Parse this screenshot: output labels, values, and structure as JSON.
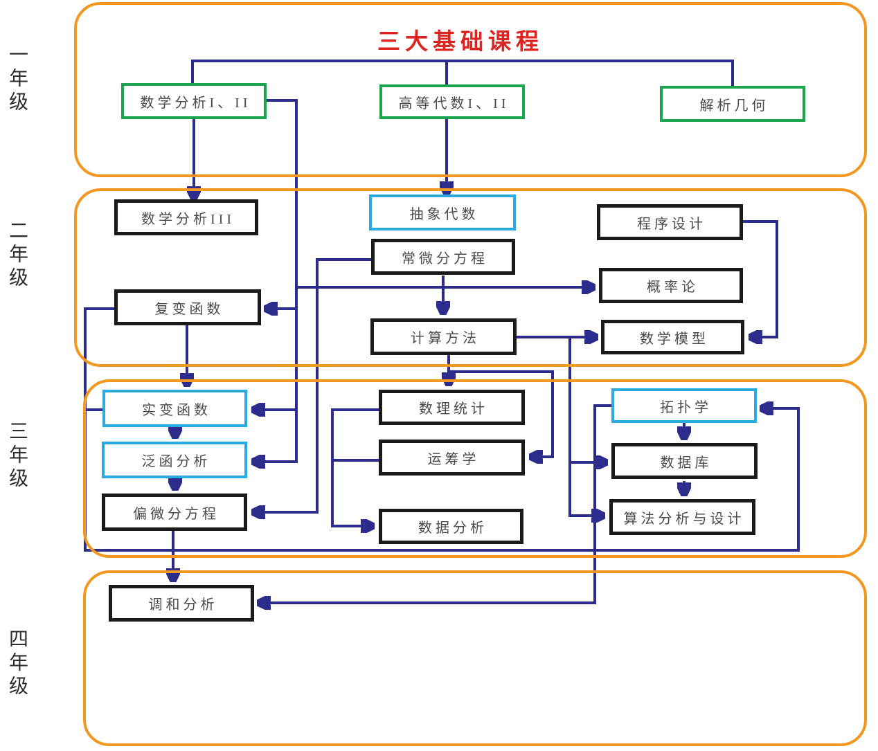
{
  "title": "三大基础课程",
  "year_labels": [
    "一年级",
    "二年级",
    "三年级",
    "四年级"
  ],
  "colors": {
    "title_red": "#DD2420",
    "band_orange": "#F2971F",
    "connector_blue": "#2B2C8C",
    "foundation_green": "#1AA64E",
    "highlight_cyan": "#29ABE2",
    "box_black": "#1B1B1B"
  },
  "courses": {
    "math_analysis_1_2": "数学分析I、II",
    "advanced_algebra_1_2": "高等代数I、II",
    "analytic_geometry": "解析几何",
    "math_analysis_3": "数学分析III",
    "abstract_algebra": "抽象代数",
    "programming": "程序设计",
    "ode": "常微分方程",
    "probability": "概率论",
    "complex_analysis": "复变函数",
    "computational_methods": "计算方法",
    "math_modeling": "数学模型",
    "real_analysis": "实变函数",
    "math_statistics": "数理统计",
    "topology": "拓扑学",
    "functional_analysis": "泛函分析",
    "operations_research": "运筹学",
    "database": "数据库",
    "pde": "偏微分方程",
    "data_analysis": "数据分析",
    "algorithm_design": "算法分析与设计",
    "harmonic_analysis": "调和分析"
  }
}
